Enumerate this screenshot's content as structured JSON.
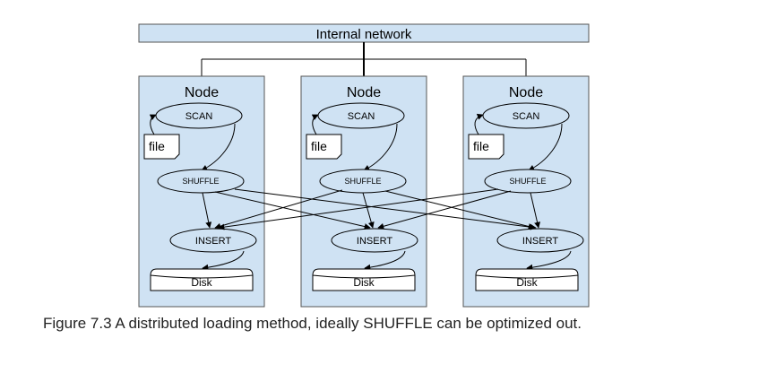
{
  "network": {
    "label": "Internal network"
  },
  "nodes": [
    {
      "title": "Node",
      "scan_label": "SCAN",
      "file_label": "file",
      "shuffle_label": "SHUFFLE",
      "insert_label": "INSERT",
      "disk_label": "Disk"
    },
    {
      "title": "Node",
      "scan_label": "SCAN",
      "file_label": "file",
      "shuffle_label": "SHUFFLE",
      "insert_label": "INSERT",
      "disk_label": "Disk"
    },
    {
      "title": "Node",
      "scan_label": "SCAN",
      "file_label": "file",
      "shuffle_label": "SHUFFLE",
      "insert_label": "INSERT",
      "disk_label": "Disk"
    }
  ],
  "caption": "Figure 7.3 A distributed loading method, ideally SHUFFLE can be optimized out.",
  "colors": {
    "fill": "#cfe2f3",
    "stroke": "#000000"
  }
}
